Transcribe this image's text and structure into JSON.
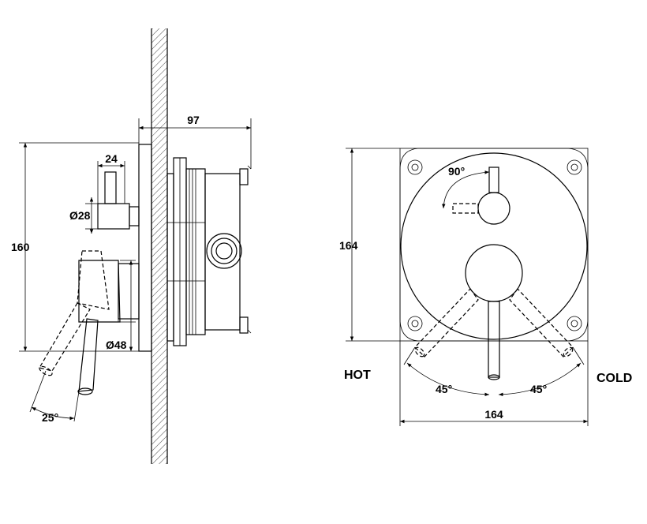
{
  "side_view": {
    "dim_depth": "97",
    "dim_height": "160",
    "dim_stem_width": "24",
    "dim_small_diameter": "Ø28",
    "dim_large_diameter": "Ø48",
    "dim_handle_angle": "25°"
  },
  "front_view": {
    "dim_height": "164",
    "dim_width": "164",
    "dim_diverter_angle": "90°",
    "dim_left_angle": "45°",
    "dim_right_angle": "45°",
    "label_hot": "HOT",
    "label_cold": "COLD"
  }
}
